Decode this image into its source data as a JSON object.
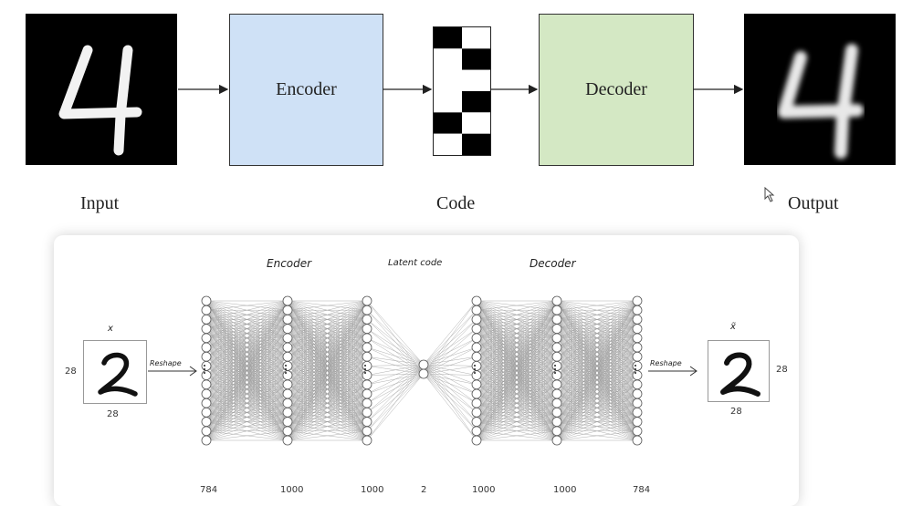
{
  "top": {
    "input_caption": "Input",
    "code_caption": "Code",
    "output_caption": "Output",
    "encoder_label": "Encoder",
    "decoder_label": "Decoder",
    "input_digit": "4",
    "output_digit": "4",
    "code_pattern": [
      [
        1,
        0
      ],
      [
        0,
        1
      ],
      [
        0,
        0
      ],
      [
        0,
        1
      ],
      [
        1,
        0
      ],
      [
        0,
        1
      ]
    ],
    "colors": {
      "encoder": "#cfe1f6",
      "decoder": "#d4e8c4"
    }
  },
  "network": {
    "encoder_label": "Encoder",
    "latent_label": "Latent code",
    "decoder_label": "Decoder",
    "input_symbol": "x",
    "output_symbol": "x̃",
    "input_digit": "2",
    "output_digit": "2",
    "reshape_in": "Reshape",
    "reshape_out": "Reshape",
    "dim_rows_in": "28",
    "dim_cols_in": "28",
    "dim_rows_out": "28",
    "dim_cols_out": "28",
    "layer_sizes": [
      "784",
      "1000",
      "1000",
      "2",
      "1000",
      "1000",
      "784"
    ]
  }
}
